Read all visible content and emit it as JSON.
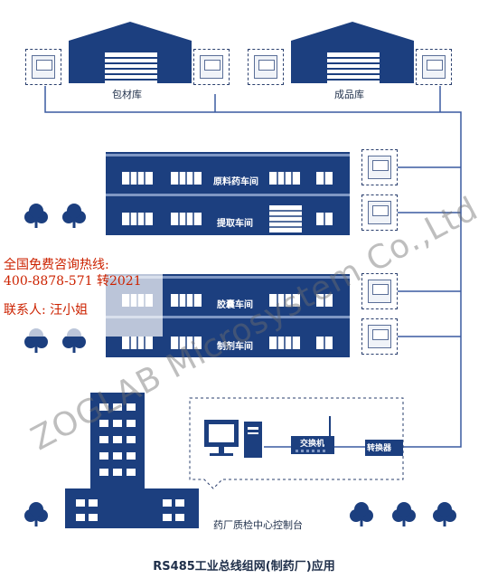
{
  "buildings": {
    "warehouse_left": "包材库",
    "warehouse_right": "成品库",
    "workshop_raw": "原料药车间",
    "workshop_extract": "提取车间",
    "workshop_capsule": "胶囊车间",
    "workshop_prep": "制剂车间",
    "control_center": "药厂质检中心控制台"
  },
  "devices": {
    "switch": "交换机",
    "converter": "转换器"
  },
  "promo": {
    "line1": "全国免费咨询热线:",
    "line2": "400-8878-571 转2021",
    "line3": "联系人: 汪小姐"
  },
  "watermark": "ZOGLAB Microsystem Co.,Ltd",
  "caption": "RS485工业总线组网(制药厂)应用",
  "colors": {
    "navy": "#1c3f7f",
    "line": "#3a5aa0"
  }
}
